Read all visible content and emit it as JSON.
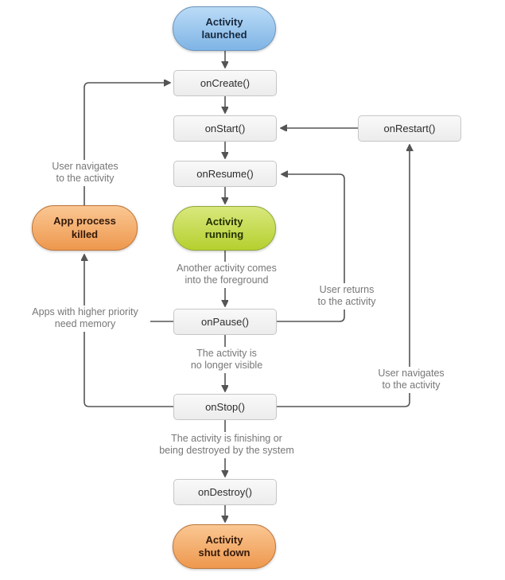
{
  "colors": {
    "line": "#555555",
    "box_border": "#c6c6c6",
    "box_top": "#f9f9f9",
    "box_bottom": "#ececec",
    "blue_top": "#badbf7",
    "blue_bottom": "#7fb4e5",
    "blue_border": "#6c95bb",
    "green_top": "#d9e87d",
    "green_bottom": "#b5d02f",
    "green_border": "#8ea93b",
    "orange_top": "#fac793",
    "orange_bottom": "#ee984e",
    "orange_border": "#bf7437",
    "note_text": "#777777",
    "node_text": "#2d2d2d"
  },
  "nodes": {
    "activity_launched": "Activity\nlaunched",
    "on_create": "onCreate()",
    "on_start": "onStart()",
    "on_restart": "onRestart()",
    "on_resume": "onResume()",
    "activity_running": "Activity\nrunning",
    "on_pause": "onPause()",
    "on_stop": "onStop()",
    "on_destroy": "onDestroy()",
    "activity_shut_down": "Activity\nshut down",
    "app_process_killed": "App process\nkilled"
  },
  "notes": {
    "another_activity": "Another activity comes\ninto the foreground",
    "user_returns": "User returns\nto the activity",
    "no_longer_visible": "The activity is\nno longer visible",
    "user_navigates_right": "User navigates\nto the activity",
    "finishing": "The activity is finishing or\nbeing destroyed by the system",
    "user_navigates_left": "User navigates\nto the activity",
    "higher_priority": "Apps with higher priority\nneed memory"
  }
}
